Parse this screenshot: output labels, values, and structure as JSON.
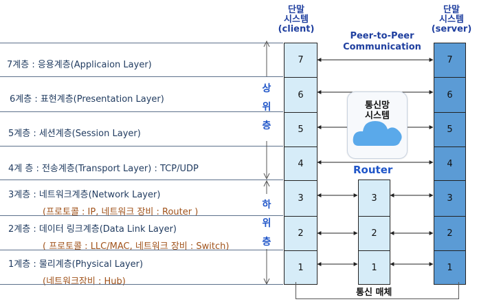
{
  "headers": {
    "client": [
      "단말",
      "시스템",
      "(client)"
    ],
    "server": [
      "단말",
      "시스템",
      "(server)"
    ],
    "p2p": [
      "Peer-to-Peer",
      "Communication"
    ]
  },
  "layers": [
    {
      "label": "7계층 : 응용계층(Applicaion Layer)"
    },
    {
      "label": "6계층 : 표현계층(Presentation Layer)"
    },
    {
      "label": "5계층 : 세션계층(Session Layer)"
    },
    {
      "label": "4계 층 : 전송계층(Transport Layer) : TCP/UDP"
    },
    {
      "label": "3계층 : 네트워크계층(Network Layer)",
      "sub": "(프로토콜 : IP,  네트워크 장비 : Router )"
    },
    {
      "label": "2계층 : 데이터 링크계층(Data Link Layer)",
      "sub": "( 프로토콜 : LLC/MAC,  네트워크 장비 : Switch)"
    },
    {
      "label": "1계층 : 물리계층(Physical Layer)",
      "sub": "(네트워크장비 : Hub)"
    }
  ],
  "upper_group": [
    "상",
    "위",
    "층"
  ],
  "lower_group": [
    "하",
    "위",
    "층"
  ],
  "stack_numbers": [
    "7",
    "6",
    "5",
    "4",
    "3",
    "2",
    "1"
  ],
  "router_numbers": [
    "3",
    "2",
    "1"
  ],
  "network_icon": {
    "line1": "통신망",
    "line2": "시스템"
  },
  "router_label": "Router",
  "medium_label": "통신 매체",
  "colors": {
    "client_fill": "#d6ecf8",
    "server_fill": "#5b9bd5",
    "router_fill": "#d6ecf8",
    "cloud": "#5aa9ea"
  }
}
